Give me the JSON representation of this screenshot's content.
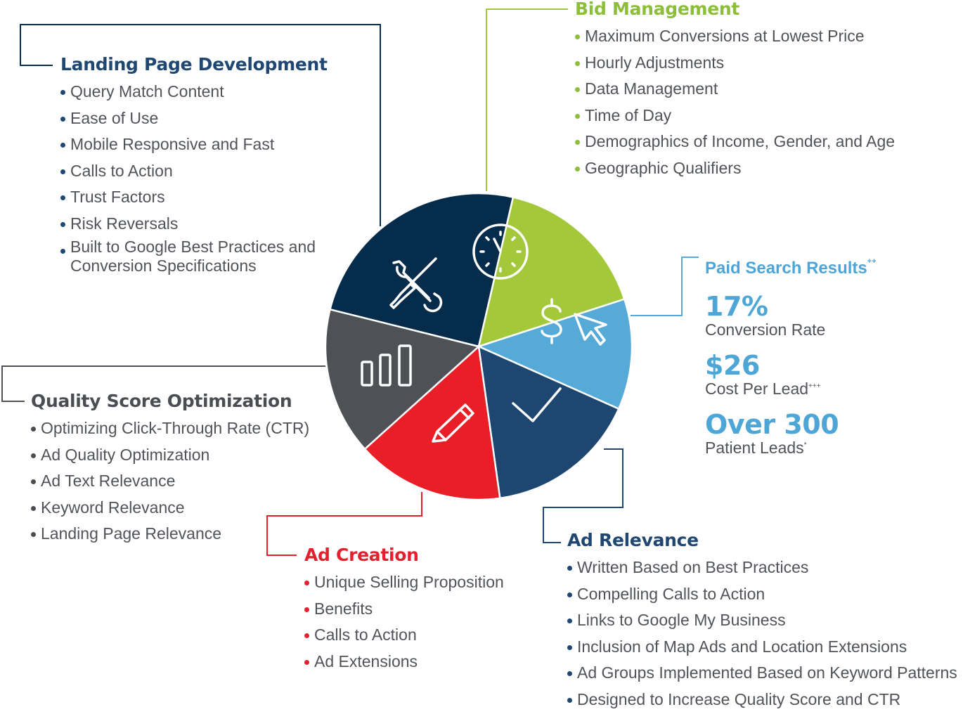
{
  "colors": {
    "navy": "#1f4771",
    "dark_navy": "#062c4c",
    "green": "#a3c93a",
    "blue": "#56aad8",
    "gray": "#4e5256",
    "red": "#e91e26"
  },
  "wheel": {
    "segments": [
      {
        "name": "landing-page-development",
        "color": "#062c4c",
        "icon": "tools-icon"
      },
      {
        "name": "bid-management",
        "color": "#a3c93a",
        "icon": "clock-icon"
      },
      {
        "name": "paid-search-results",
        "color": "#56aad8",
        "icon": "dollar-cursor-icon"
      },
      {
        "name": "ad-relevance",
        "color": "#1d4670",
        "icon": "checkmark-icon"
      },
      {
        "name": "ad-creation",
        "color": "#e91e26",
        "icon": "pencil-icon"
      },
      {
        "name": "quality-score-optimization",
        "color": "#4e5256",
        "icon": "bar-chart-icon"
      }
    ]
  },
  "landing": {
    "title": "Landing Page Development",
    "items": [
      "Query Match Content",
      "Ease of Use",
      "Mobile Responsive and Fast",
      "Calls to Action",
      "Trust Factors",
      "Risk Reversals",
      "Built to Google Best Practices and Conversion Specifications"
    ]
  },
  "bid": {
    "title": "Bid Management",
    "items": [
      "Maximum Conversions at Lowest Price",
      "Hourly Adjustments",
      "Data Management",
      "Time of Day",
      "Demographics of Income, Gender, and Age",
      "Geographic Qualifiers"
    ]
  },
  "results": {
    "title": "Paid Search Results",
    "title_sup": "++",
    "stats": [
      {
        "value": "17%",
        "label": "Conversion Rate",
        "sup": ""
      },
      {
        "value": "$26",
        "label": "Cost Per Lead",
        "sup": "+++"
      },
      {
        "value": "Over 300",
        "label": "Patient Leads",
        "sup": "*"
      }
    ]
  },
  "quality": {
    "title": "Quality Score Optimization",
    "items": [
      "Optimizing Click-Through Rate (CTR)",
      "Ad Quality Optimization",
      "Ad Text Relevance",
      "Keyword Relevance",
      "Landing Page Relevance"
    ]
  },
  "creation": {
    "title": "Ad Creation",
    "items": [
      "Unique Selling Proposition",
      "Benefits",
      "Calls to Action",
      "Ad Extensions"
    ]
  },
  "relevance": {
    "title": "Ad Relevance",
    "items": [
      "Written Based on Best Practices",
      "Compelling Calls to Action",
      "Links to Google My Business",
      "Inclusion of Map Ads and Location Extensions",
      "Ad Groups Implemented Based on Keyword Patterns",
      "Designed to Increase Quality Score and CTR"
    ]
  }
}
